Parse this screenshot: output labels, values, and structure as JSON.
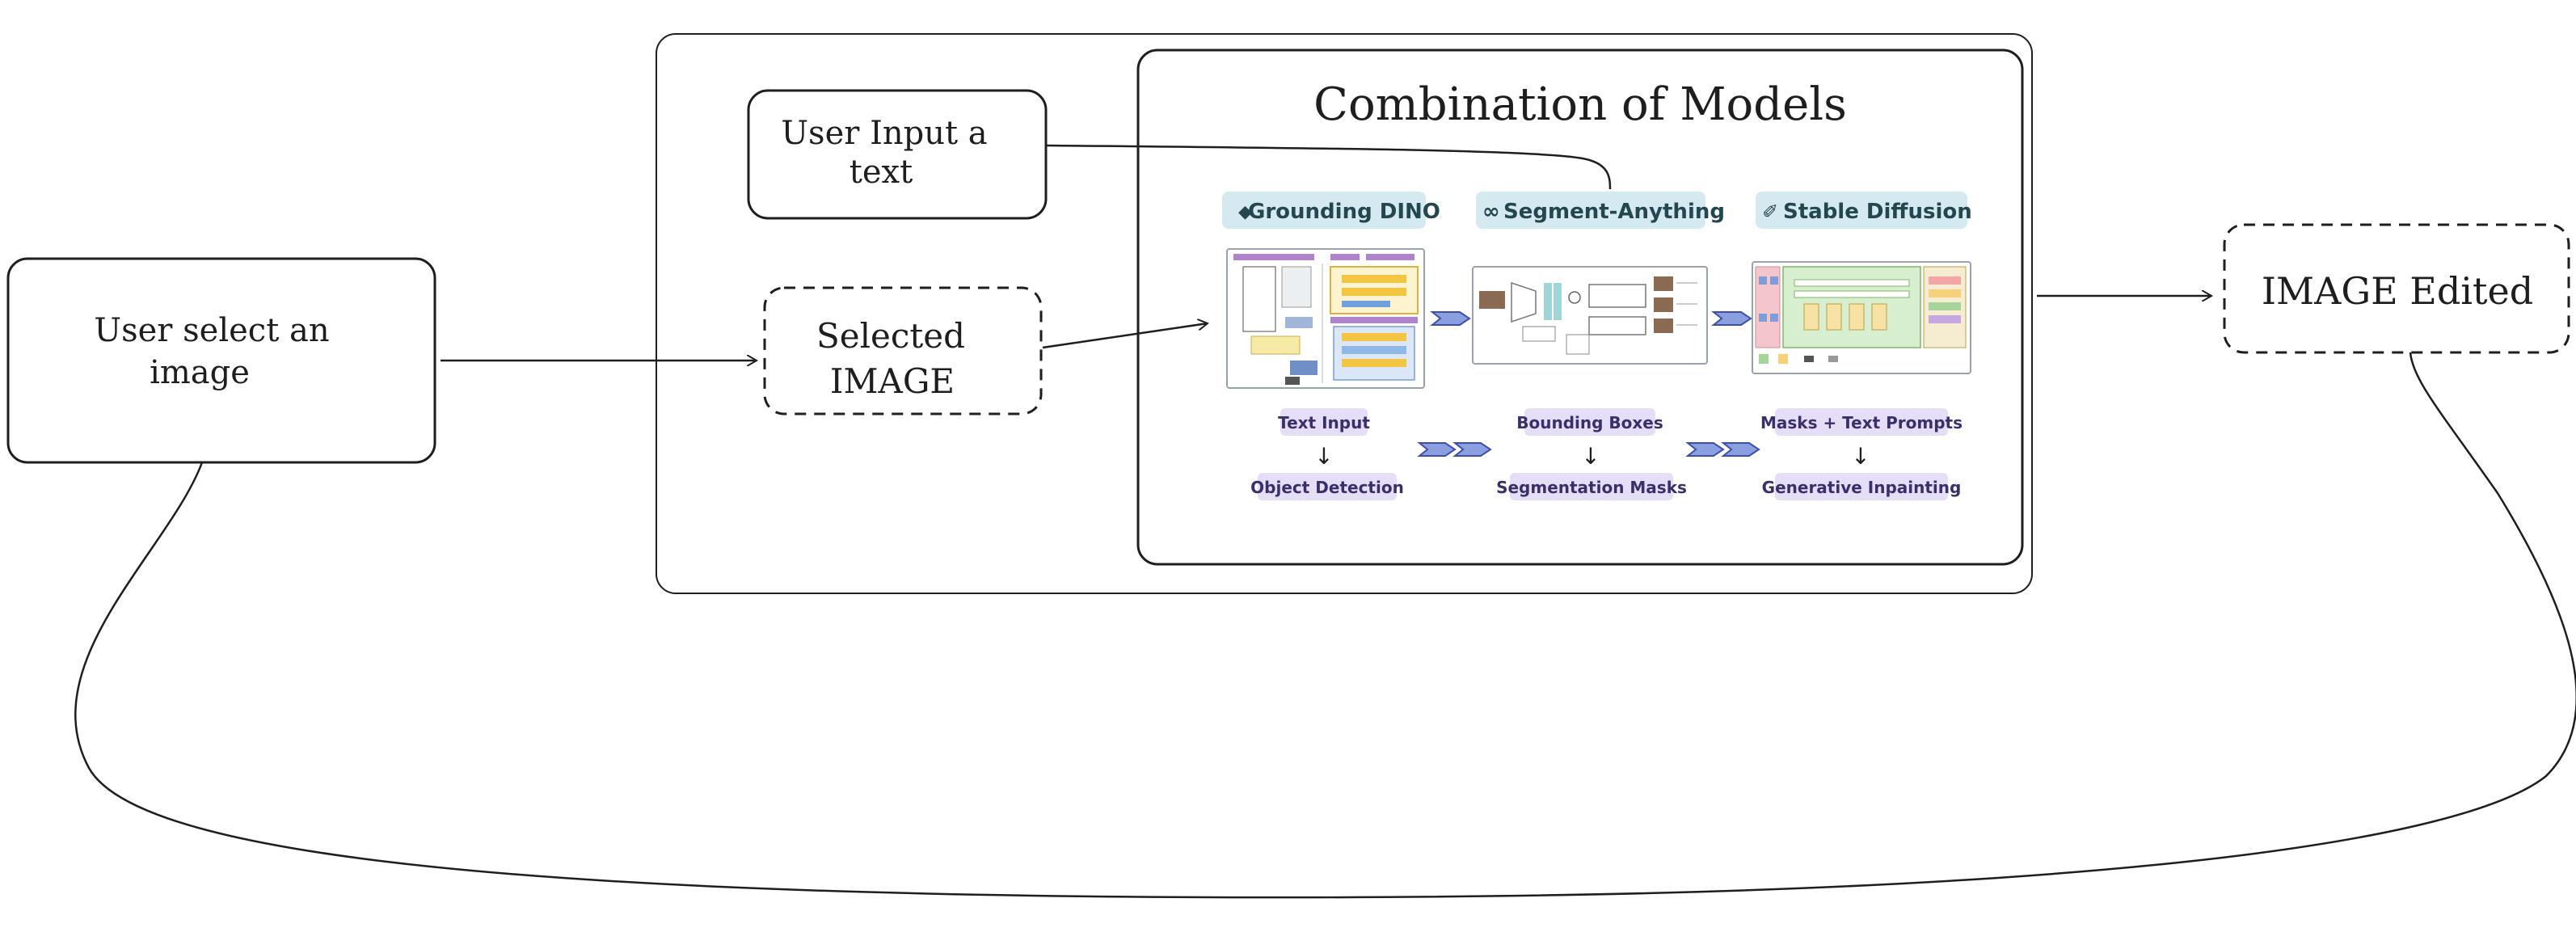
{
  "nodes": {
    "user_select": {
      "line1": "User select an",
      "line2": "image"
    },
    "user_input": {
      "line1": "User Input a",
      "line2": "text"
    },
    "selected_image": {
      "line1": "Selected",
      "line2": "IMAGE"
    },
    "image_edited": {
      "label": "IMAGE Edited"
    }
  },
  "combination": {
    "title": "Combination of Models",
    "models": [
      {
        "icon": "diamond-icon",
        "label": "Grounding DINO"
      },
      {
        "icon": "infinity-icon",
        "label": "Segment-Anything"
      },
      {
        "icon": "brush-icon",
        "label": "Stable Diffusion"
      }
    ],
    "steps": [
      {
        "input": "Text Input",
        "output": "Object Detection"
      },
      {
        "input": "Bounding Boxes",
        "output": "Segmentation Masks"
      },
      {
        "input": "Masks + Text Prompts",
        "output": "Generative Inpainting"
      }
    ],
    "colors": {
      "model_pill_bg": "#d4eaf0",
      "model_pill_text": "#24464f",
      "step_pill_bg": "#e6def7",
      "step_pill_text": "#3b2f6b",
      "chevron_fill": "#8a9fe0",
      "chevron_stroke": "#3f4fa8"
    }
  }
}
